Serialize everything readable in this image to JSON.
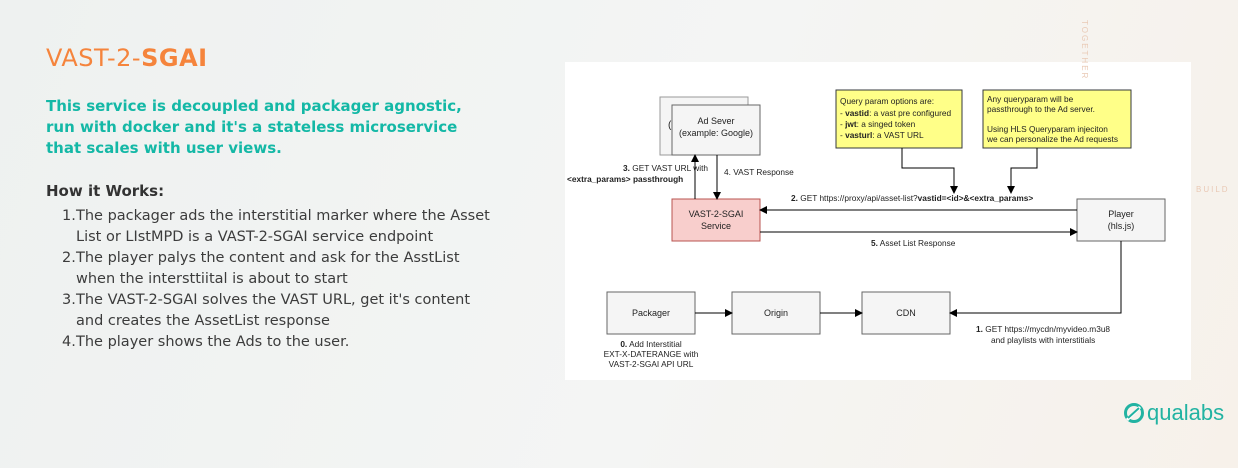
{
  "slide": {
    "title_plain": "VAST-2-",
    "title_bold": "SGAI",
    "subtitle": "This service is decoupled and packager agnostic, run with docker and it's a stateless microservice that scales with user views.",
    "how_title": "How it Works:",
    "steps": [
      {
        "num": "1.",
        "text": "The packager ads the interstitial marker where the Asset List or LIstMPD is a VAST-2-SGAI service endpoint"
      },
      {
        "num": "2.",
        "text": "The player palys the content and ask for the AsstList when the intersttiital is about to start"
      },
      {
        "num": "3.",
        "text": "The VAST-2-SGAI solves the VAST URL, get it's content and creates the AssetList response"
      },
      {
        "num": "4.",
        "text": "The player shows the Ads to the user."
      }
    ]
  },
  "diagram": {
    "adserver": {
      "line1": "Ad Sever",
      "line2": "(example: Google)",
      "back_partial": "("
    },
    "vast_service": {
      "line1": "VAST-2-SGAI",
      "line2": "Service"
    },
    "player": {
      "line1": "Player",
      "line2": "(hls.js)"
    },
    "packager": "Packager",
    "origin": "Origin",
    "cdn": "CDN",
    "note_query": {
      "title": "Query param options are:",
      "lines": [
        {
          "bold": "vastid",
          "rest": ": a vast pre configured"
        },
        {
          "bold": "jwt",
          "rest": ": a singed token"
        },
        {
          "bold": "vasturl",
          "rest": ": a VAST URL"
        }
      ]
    },
    "note_passthrough": {
      "lines": [
        "Any queryparam will be",
        "passthrough to the Ad server.",
        "",
        "Using HLS Queryparam injeciton",
        "we can personalize the Ad requests"
      ]
    },
    "labels": {
      "step3_num": "3.",
      "step3_a": "GET VAST URL with",
      "step3_b": "<extra_params> passthrough",
      "step4": "4. VAST Response",
      "step2_num": "2.",
      "step2_a": "GET https://proxy/api/asset-list?",
      "step2_b": "vastid=<id>&<extra_params>",
      "step5_num": "5.",
      "step5": "Asset List Response",
      "step1_num": "1.",
      "step1_a": "GET https://mycdn/myvideo.m3u8",
      "step1_b": "and playlists with interstitials",
      "step0_num": "0.",
      "step0_a": "Add Interstitial",
      "step0_b": "EXT-X-DATERANGE with",
      "step0_c": "VAST-2-SGAI API URL"
    },
    "colors": {
      "vast_fill": "#f8cecc",
      "vast_stroke": "#b85450",
      "note_fill": "#ffff88",
      "box_fill": "#f5f5f5",
      "box_stroke": "#666666"
    }
  },
  "logo": {
    "text": "qualabs",
    "icon": "qualabs-logo-icon",
    "color": "#22b3a2"
  },
  "watermark": {
    "top": "BUILD",
    "side": "TOGETHER"
  }
}
